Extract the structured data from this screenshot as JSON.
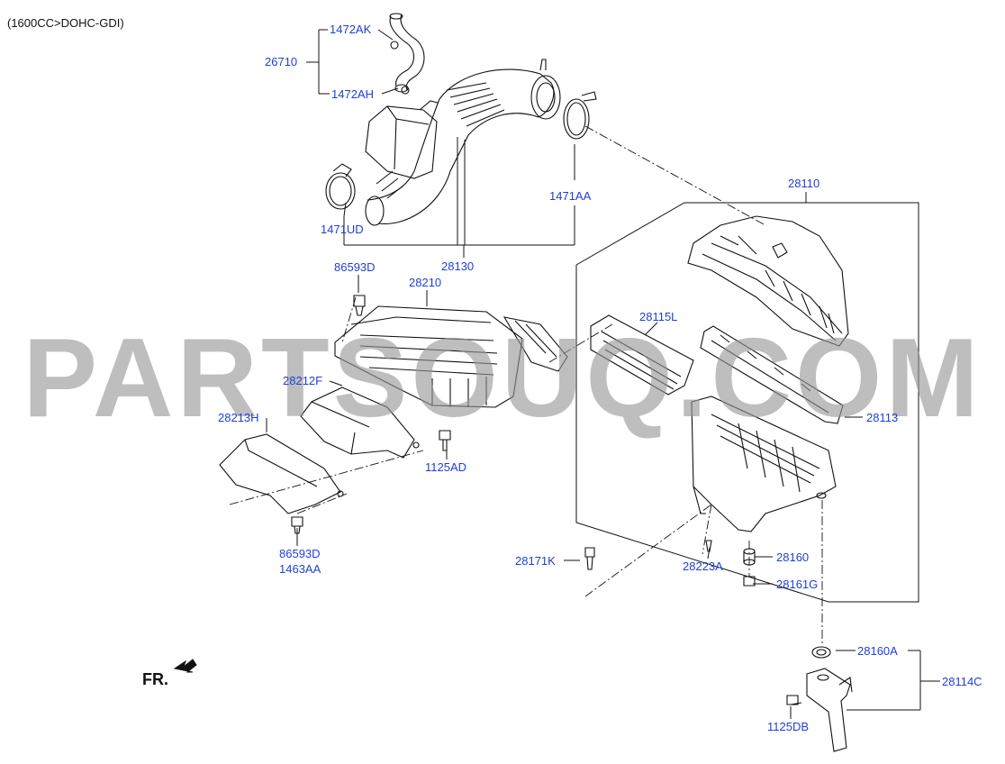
{
  "header": "(1600CC>DOHC-GDI)",
  "watermark": "PARTSOUQ.COM",
  "direction_label": "FR.",
  "labels": {
    "l_1472AK": "1472AK",
    "l_26710": "26710",
    "l_1472AH": "1472AH",
    "l_1471UD": "1471UD",
    "l_28130": "28130",
    "l_1471AA": "1471AA",
    "l_28110": "28110",
    "l_86593D_top": "86593D",
    "l_28210": "28210",
    "l_28115L": "28115L",
    "l_28212F": "28212F",
    "l_28213H": "28213H",
    "l_1125AD": "1125AD",
    "l_28113": "28113",
    "l_86593D_bottom": "86593D",
    "l_1463AA": "1463AA",
    "l_28160": "28160",
    "l_28171K": "28171K",
    "l_28223A": "28223A",
    "l_28161G": "28161G",
    "l_28160A": "28160A",
    "l_28114C": "28114C",
    "l_1125DB": "1125DB"
  },
  "colors": {
    "part_label": "#1f3fd6",
    "line": "#111111",
    "watermark": "#969696"
  }
}
